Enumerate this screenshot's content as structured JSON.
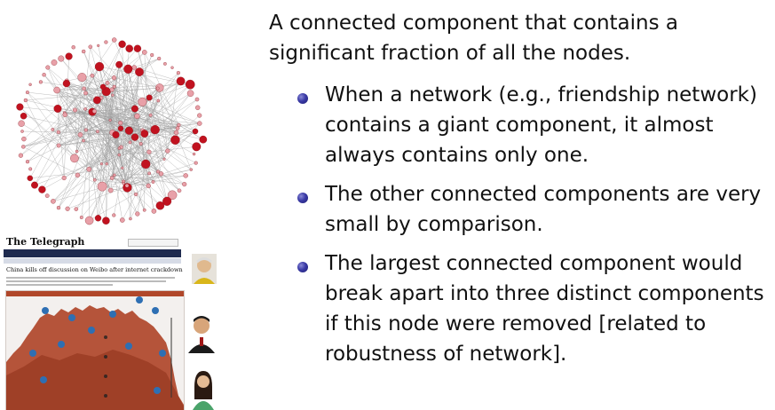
{
  "intro": "A connected component that contains a significant fraction of all the nodes.",
  "bullets": [
    {
      "text": "When a network (e.g., friendship network) contains a giant component, it almost always contains only one."
    },
    {
      "text": "The other connected components are very small by comparison."
    },
    {
      "text": "The largest connected component would break apart into three distinct components if this node were removed [related to robustness of network]."
    }
  ],
  "news_image": {
    "brand": "The Telegraph",
    "headline": "China kills off discussion on Weibo after internet crackdown"
  },
  "colors": {
    "bullet": "#2e2e8f",
    "node_red": "#c1121f",
    "node_pink": "#e8a0a8",
    "chart_area": "#b0472a",
    "telegraph_nav": "#1f2b4f"
  }
}
